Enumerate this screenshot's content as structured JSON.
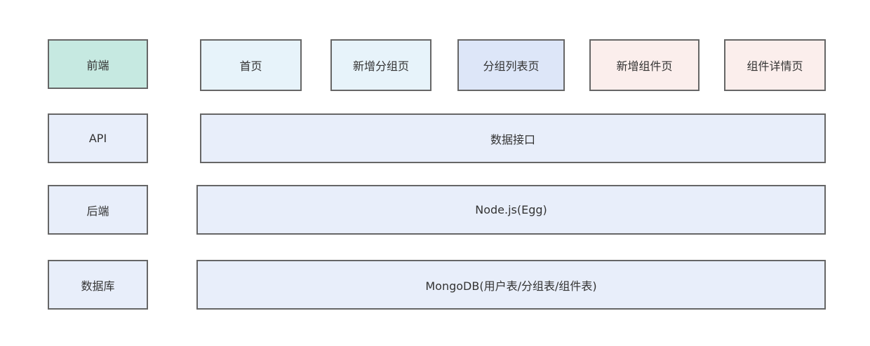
{
  "colors": {
    "frontend_label": "#c6e9e1",
    "layer_label": "#e8eefa",
    "page_blue": "#e7f3fa",
    "page_lavender": "#dde6f8",
    "page_pink": "#fbeeec",
    "layer_bar": "#e8eefa",
    "border": "#666666",
    "text": "#333333"
  },
  "layers": {
    "frontend": {
      "label": "前端",
      "pages": [
        "首页",
        "新增分组页",
        "分组列表页",
        "新增组件页",
        "组件详情页"
      ]
    },
    "api": {
      "label": "API",
      "content": "数据接口"
    },
    "backend": {
      "label": "后端",
      "content": "Node.js(Egg)"
    },
    "database": {
      "label": "数据库",
      "content": "MongoDB(用户表/分组表/组件表)"
    }
  }
}
